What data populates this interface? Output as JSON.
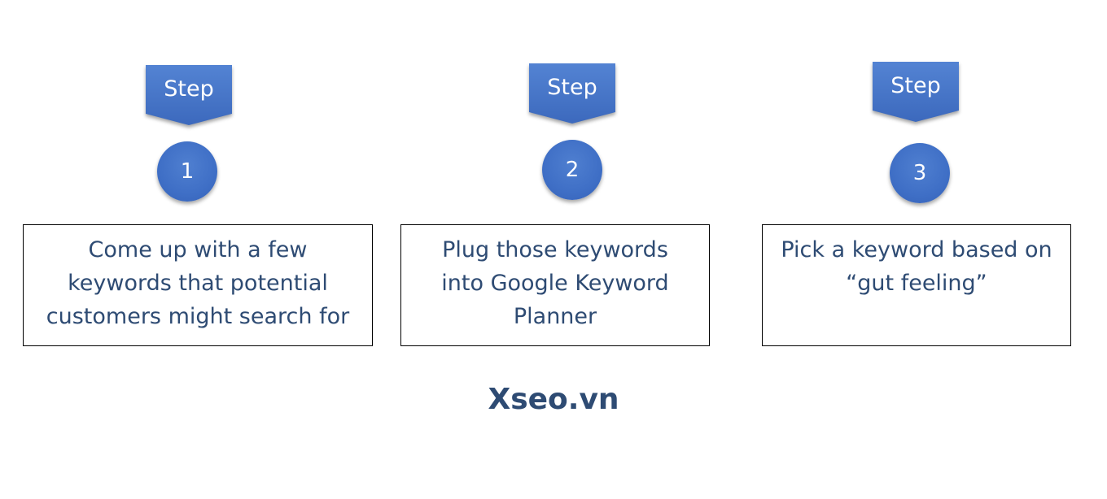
{
  "steps": [
    {
      "badge_label": "Step",
      "number": "1",
      "text": "Come up with a few keywords that potential customers might search for"
    },
    {
      "badge_label": "Step",
      "number": "2",
      "text": "Plug those keywords into Google Keyword Planner"
    },
    {
      "badge_label": "Step",
      "number": "3",
      "text": "Pick a keyword based on “gut feeling”"
    }
  ],
  "footer": {
    "brand": "Xseo.vn"
  },
  "colors": {
    "badge_fill": "#4472c4",
    "text": "#2e4b73",
    "box_border": "#000000"
  }
}
